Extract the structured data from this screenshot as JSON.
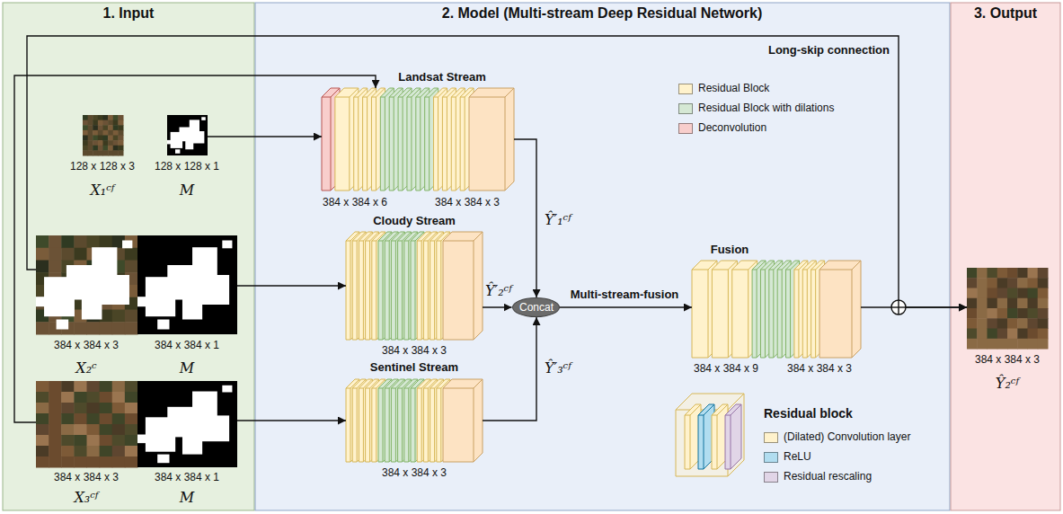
{
  "diagram": {
    "nodes": [
      {
        "text": [
          "1. Input"
        ]
      },
      {
        "text": [
          "2. Model (Multi-stream Deep Residual Network)"
        ]
      },
      {
        "text": [
          "3. Output"
        ]
      },
      {
        "text": [
          "128 x 128 x 3",
          "X₁ᶜᶠ"
        ],
        "in": 0
      },
      {
        "text": [
          "128 x 128 x 1",
          "M"
        ],
        "in": 0
      },
      {
        "text": [
          "384 x 384 x 3",
          "X₂ᶜ"
        ],
        "in": 0
      },
      {
        "text": [
          "384 x 384 x 1",
          "M"
        ],
        "in": 0
      },
      {
        "text": [
          "384 x 384 x 3",
          "X₃ᶜᶠ"
        ],
        "in": 0
      },
      {
        "text": [
          "384 x 384 x 1",
          "M"
        ],
        "in": 0
      },
      {
        "text": [
          "Landsat Stream",
          "384 x 384 x 6",
          "384 x 384 x 3"
        ],
        "in": 1
      },
      {
        "text": [
          "Cloudy Stream",
          "384 x 384 x 3"
        ],
        "in": 1
      },
      {
        "text": [
          "Sentinel Stream",
          "384 x 384 x 3"
        ],
        "in": 1
      },
      {
        "text": [
          "Concat"
        ],
        "in": 1
      },
      {
        "text": [
          "Fusion",
          "384 x 384 x 9",
          "384 x 384 x 3"
        ],
        "in": 1
      },
      {
        "text": [
          "384 x 384 x 3",
          "Ŷ₂ᶜᶠ"
        ],
        "in": 2
      }
    ],
    "edges": [
      {
        "from": 4,
        "to": 9,
        "arrow": "to"
      },
      {
        "from": 7,
        "to": 9,
        "arrow": "to"
      },
      {
        "from": 6,
        "to": 10,
        "arrow": "to"
      },
      {
        "from": 8,
        "to": 11,
        "arrow": "to"
      },
      {
        "from": 9,
        "to": 12,
        "label": "Ŷ′₁ᶜᶠ",
        "arrow": "to"
      },
      {
        "from": 10,
        "to": 12,
        "label": "Ŷ′₂ᶜᶠ",
        "arrow": "to"
      },
      {
        "from": 11,
        "to": 12,
        "label": "Ŷ′₃ᶜᶠ",
        "arrow": "to"
      },
      {
        "from": 12,
        "to": 13,
        "label": "Multi-stream-fusion",
        "arrow": "to"
      },
      {
        "from": 13,
        "to": 14,
        "arrow": "to"
      },
      {
        "from": 5,
        "to": 14,
        "label": "Long-skip connection",
        "arrow": "to"
      }
    ],
    "labels": [
      "Residual block"
    ],
    "legend": [
      {
        "text": "Residual Block",
        "color": "#fff2cc"
      },
      {
        "text": "Residual Block with dilations",
        "color": "#d5e8d4"
      },
      {
        "text": "Deconvolution",
        "color": "#f8cecc"
      },
      {
        "text": "(Dilated) Convolution layer",
        "color": "#fff2cc"
      },
      {
        "text": "ReLU",
        "color": "#b1ddf0"
      },
      {
        "text": "Residual rescaling",
        "color": "#e1d5e7"
      }
    ]
  }
}
